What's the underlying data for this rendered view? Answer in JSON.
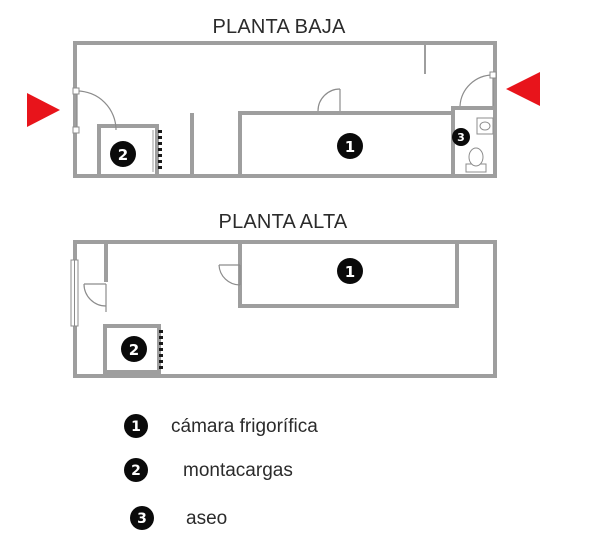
{
  "floors": {
    "ground": {
      "title": "PLANTA BAJA"
    },
    "upper": {
      "title": "PLANTA ALTA"
    }
  },
  "room_numbers": {
    "ground_camara": "1",
    "ground_montacargas": "2",
    "ground_aseo": "3",
    "upper_camara": "1",
    "upper_montacargas": "2"
  },
  "legend": [
    {
      "number": "1",
      "label": "cámara frigorífica"
    },
    {
      "number": "2",
      "label": "montacargas"
    },
    {
      "number": "3",
      "label": "aseo"
    }
  ],
  "colors": {
    "walls": "#9e9e9e",
    "entrance_arrows": "#e8141b",
    "badges": "#0a0a0a"
  },
  "icons": {
    "entrance": "red-triangle-arrow",
    "door": "door-swing-arc",
    "toilet": "toilet-fixture",
    "sink": "washbasin-fixture",
    "window": "window-frame"
  }
}
